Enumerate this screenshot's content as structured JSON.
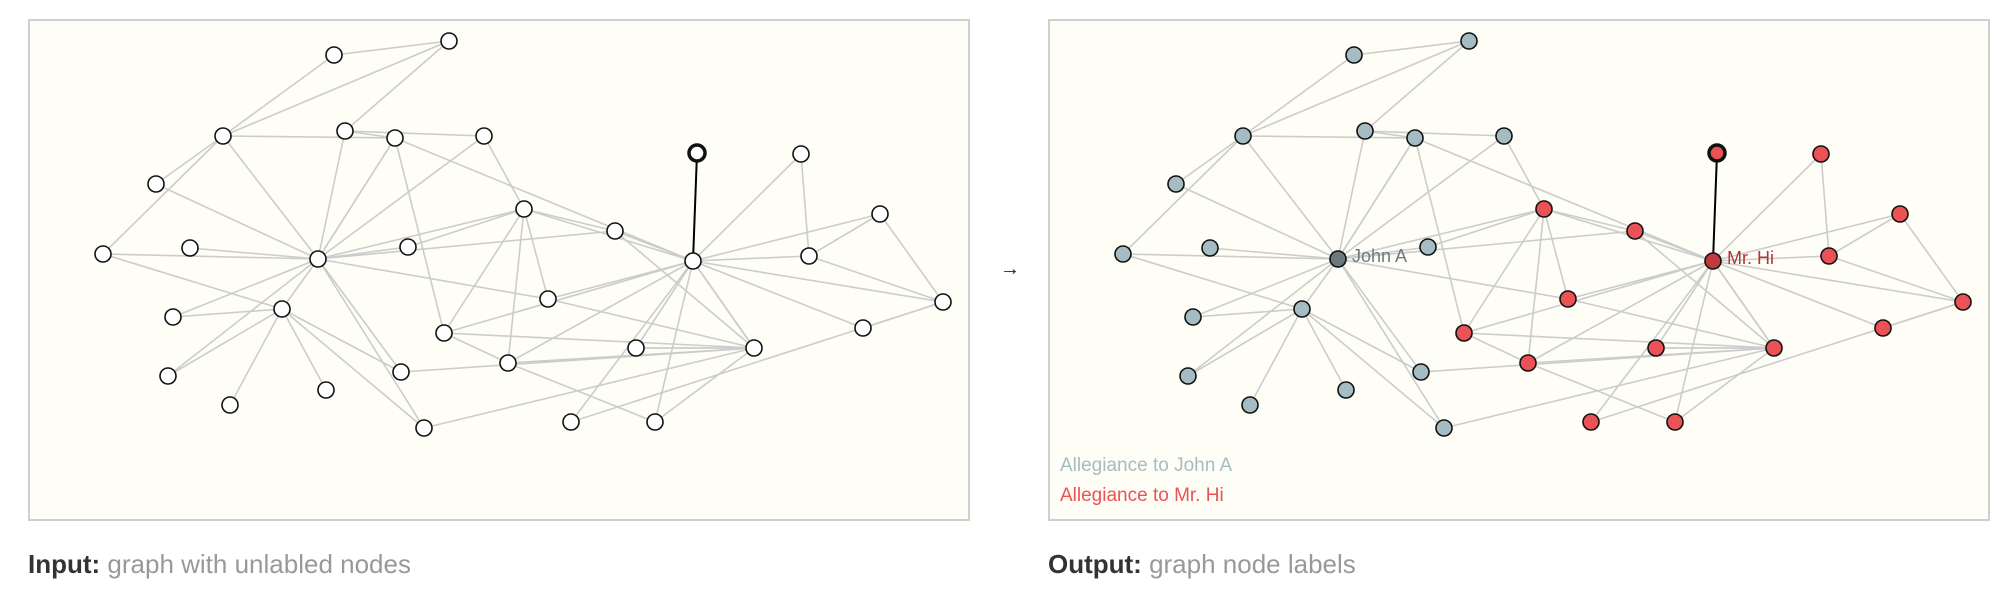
{
  "arrow": "→",
  "input_caption": {
    "bold": "Input:",
    "text": " graph with unlabled nodes"
  },
  "output_caption": {
    "bold": "Output:",
    "text": " graph node labels"
  },
  "legend": [
    {
      "label": "Allegiance to John A",
      "color": "#a6bcc3"
    },
    {
      "label": "Allegiance to Mr. Hi",
      "color": "#ea5255"
    }
  ],
  "graph": {
    "colors": {
      "faction_a": "#a6bcc3",
      "faction_h": "#ea5255",
      "leader_a": "#6c7a7f",
      "leader_h": "#c23a3d",
      "unlabeled": "#ffffff",
      "edge": "#cccccc"
    },
    "leaders": [
      {
        "node": 4,
        "label": "John A",
        "label_color": "#6b7a80"
      },
      {
        "node": 23,
        "label": "Mr. Hi",
        "label_color": "#b0353a"
      }
    ],
    "nodes": [
      {
        "id": 0,
        "group": "a"
      },
      {
        "id": 1,
        "group": "a"
      },
      {
        "id": 2,
        "group": "a"
      },
      {
        "id": 3,
        "group": "a"
      },
      {
        "id": 4,
        "group": "a"
      },
      {
        "id": 5,
        "group": "a"
      },
      {
        "id": 6,
        "group": "a"
      },
      {
        "id": 7,
        "group": "a"
      },
      {
        "id": 8,
        "group": "a"
      },
      {
        "id": 9,
        "group": "a"
      },
      {
        "id": 10,
        "group": "a"
      },
      {
        "id": 11,
        "group": "a"
      },
      {
        "id": 12,
        "group": "a"
      },
      {
        "id": 13,
        "group": "a"
      },
      {
        "id": 14,
        "group": "a"
      },
      {
        "id": 15,
        "group": "a"
      },
      {
        "id": 16,
        "group": "a"
      },
      {
        "id": 17,
        "group": "a"
      },
      {
        "id": 18,
        "group": "h"
      },
      {
        "id": 19,
        "group": "h"
      },
      {
        "id": 20,
        "group": "h"
      },
      {
        "id": 21,
        "group": "h"
      },
      {
        "id": 22,
        "group": "h"
      },
      {
        "id": 23,
        "group": "h"
      },
      {
        "id": 24,
        "group": "h"
      },
      {
        "id": 25,
        "group": "h"
      },
      {
        "id": 26,
        "group": "h"
      },
      {
        "id": 27,
        "group": "h"
      },
      {
        "id": 28,
        "group": "h"
      },
      {
        "id": 29,
        "group": "h"
      },
      {
        "id": 30,
        "group": "h"
      },
      {
        "id": 31,
        "group": "h"
      },
      {
        "id": 32,
        "group": "h"
      },
      {
        "id": 33,
        "group": "h"
      }
    ],
    "edges": [
      [
        0,
        1
      ],
      [
        0,
        2
      ],
      [
        1,
        3
      ],
      [
        1,
        2
      ],
      [
        2,
        11
      ],
      [
        3,
        11
      ],
      [
        3,
        16
      ],
      [
        2,
        4
      ],
      [
        2,
        5
      ],
      [
        2,
        6
      ],
      [
        5,
        4
      ],
      [
        6,
        4
      ],
      [
        7,
        4
      ],
      [
        8,
        4
      ],
      [
        9,
        4
      ],
      [
        10,
        4
      ],
      [
        14,
        4
      ],
      [
        15,
        4
      ],
      [
        6,
        8
      ],
      [
        9,
        8
      ],
      [
        10,
        8
      ],
      [
        12,
        8
      ],
      [
        13,
        8
      ],
      [
        15,
        8
      ],
      [
        14,
        8
      ],
      [
        3,
        4
      ],
      [
        4,
        11
      ],
      [
        11,
        4
      ],
      [
        4,
        17
      ],
      [
        4,
        18
      ],
      [
        4,
        19
      ],
      [
        4,
        20
      ],
      [
        16,
        18
      ],
      [
        17,
        18
      ],
      [
        18,
        20
      ],
      [
        18,
        21
      ],
      [
        18,
        22
      ],
      [
        18,
        23
      ],
      [
        11,
        23
      ],
      [
        11,
        21
      ],
      [
        16,
        4
      ],
      [
        19,
        26
      ],
      [
        20,
        26
      ],
      [
        14,
        26
      ],
      [
        22,
        26
      ],
      [
        15,
        26
      ],
      [
        19,
        23
      ],
      [
        20,
        23
      ],
      [
        21,
        23
      ],
      [
        22,
        23
      ],
      [
        23,
        24
      ],
      [
        23,
        25
      ],
      [
        23,
        26
      ],
      [
        23,
        27
      ],
      [
        23,
        28
      ],
      [
        23,
        29
      ],
      [
        23,
        30
      ],
      [
        23,
        33
      ],
      [
        23,
        31
      ],
      [
        23,
        32
      ],
      [
        28,
        29
      ],
      [
        29,
        32
      ],
      [
        30,
        32
      ],
      [
        29,
        31
      ],
      [
        31,
        32
      ],
      [
        32,
        33
      ],
      [
        21,
        22
      ],
      [
        18,
        19
      ],
      [
        26,
        23
      ],
      [
        26,
        25
      ],
      [
        26,
        24
      ],
      [
        24,
        26
      ],
      [
        21,
        26
      ],
      [
        25,
        22
      ]
    ],
    "special_edge": [
      23,
      27
    ]
  }
}
